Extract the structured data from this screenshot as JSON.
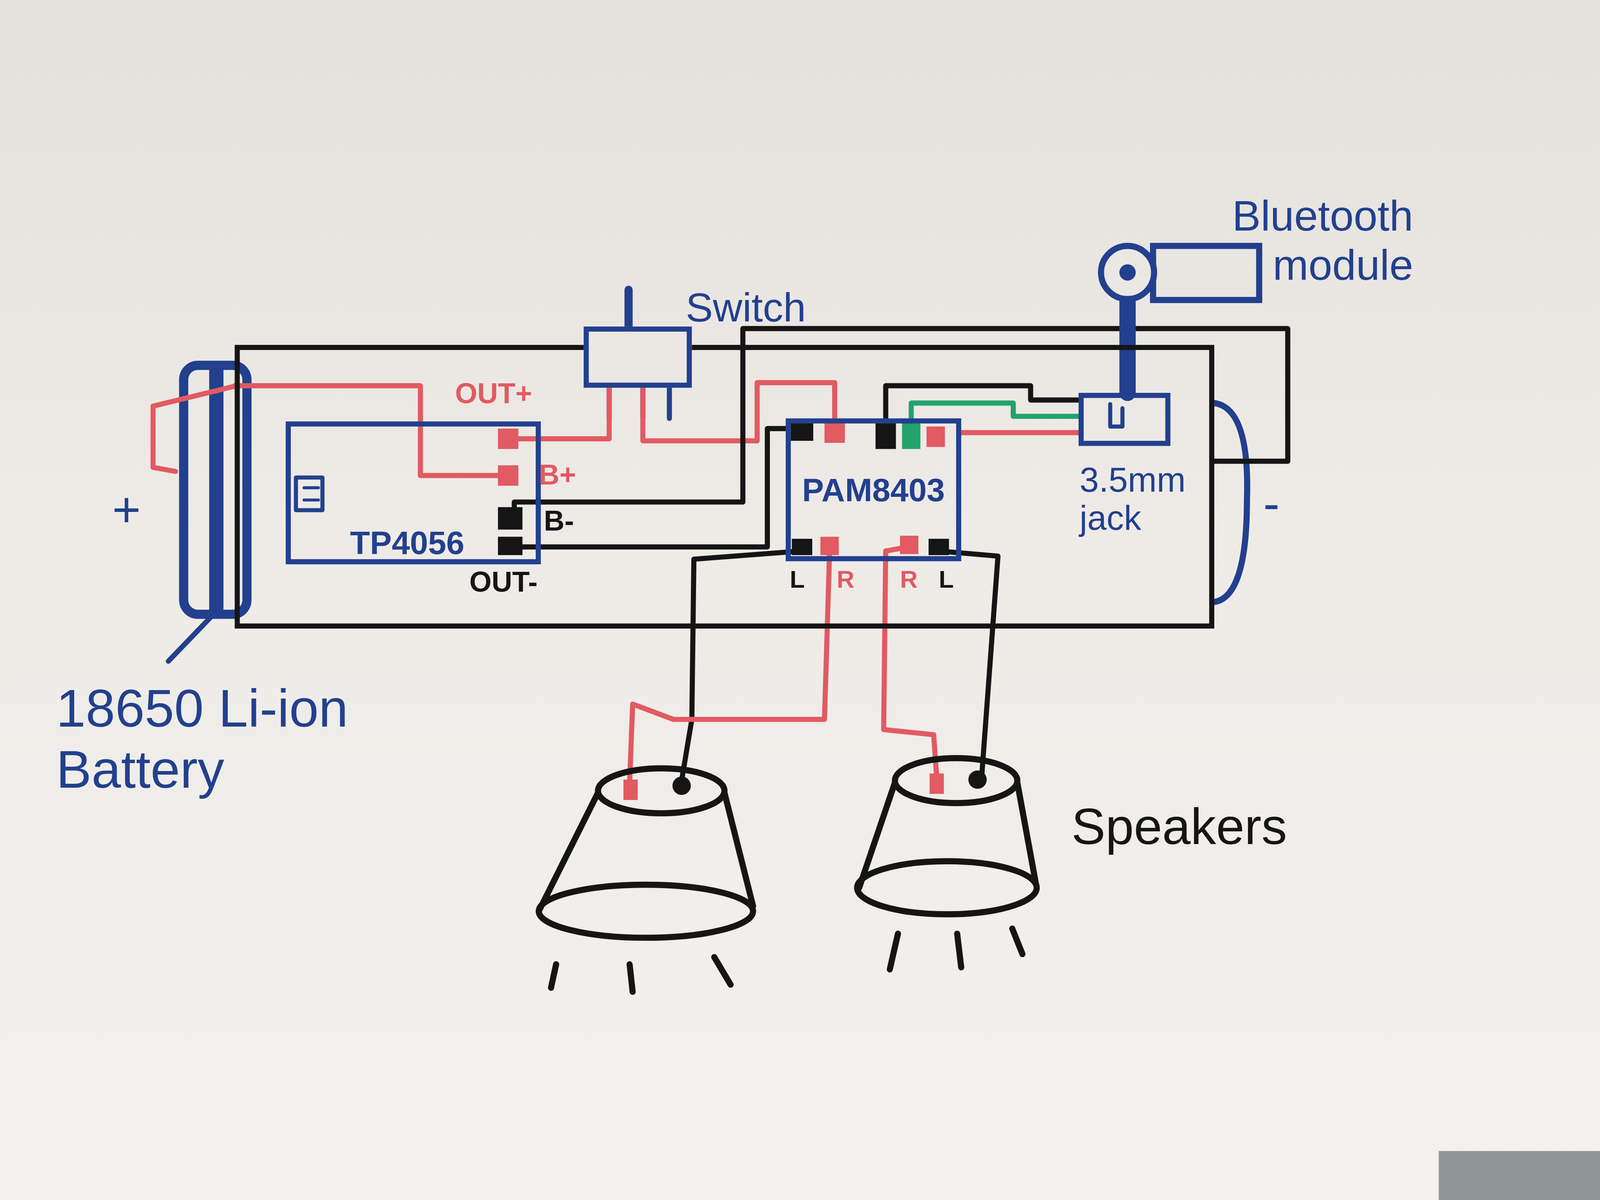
{
  "diagram": {
    "nodes": [
      {
        "text": [
          "18650 Li-ion Battery"
        ]
      },
      {
        "text": [
          "TP4056"
        ],
        "in": 0
      },
      {
        "text": [
          "Switch"
        ]
      },
      {
        "text": [
          "PAM8403"
        ],
        "in": 0
      },
      {
        "text": [
          "3.5mm jack"
        ],
        "in": 0
      },
      {
        "text": [
          "Bluetooth module"
        ]
      }
    ],
    "edges": [
      {
        "from": 0,
        "to": 1,
        "arrow": "none"
      },
      {
        "from": 1,
        "to": 2,
        "arrow": "none"
      },
      {
        "from": 2,
        "to": 3,
        "arrow": "none"
      },
      {
        "from": 1,
        "to": 3,
        "arrow": "none"
      },
      {
        "from": 1,
        "to": 0,
        "arrow": "none"
      },
      {
        "from": 4,
        "to": 3,
        "arrow": "none"
      },
      {
        "from": 4,
        "to": 3,
        "arrow": "none"
      },
      {
        "from": 4,
        "to": 3,
        "arrow": "none"
      },
      {
        "from": 5,
        "to": 4,
        "arrow": "none"
      }
    ],
    "labels": [
      "+",
      "-",
      "OUT+",
      "B+",
      "B-",
      "OUT-",
      "L",
      "R",
      "R",
      "L",
      "Speakers"
    ]
  }
}
